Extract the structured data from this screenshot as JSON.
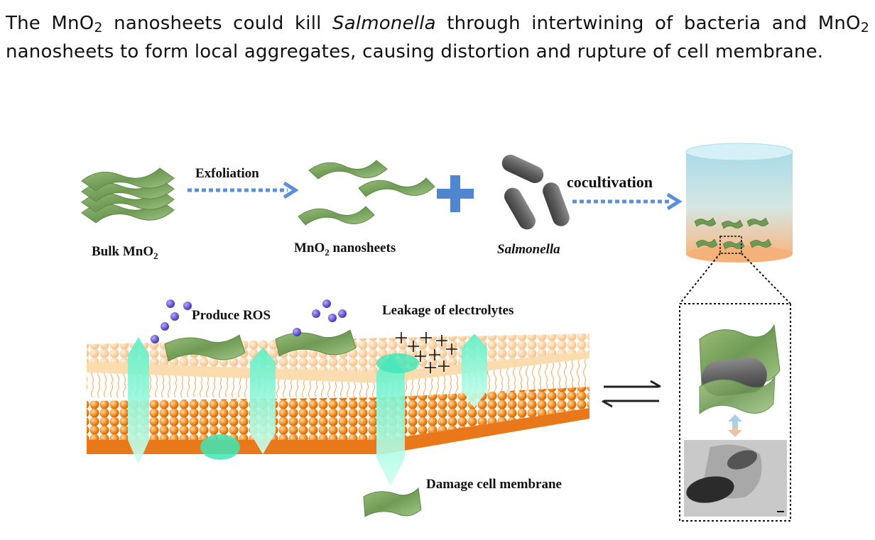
{
  "caption": {
    "part1": "The MnO",
    "sub1": "2",
    "part2": " nanosheets could kill ",
    "italic": "Salmonella",
    "part3": " through intertwining of bacteria and MnO",
    "sub2": "2",
    "part4": " nanosheets to form local aggregates, causing distortion and rupture of cell membrane."
  },
  "labels": {
    "bulk": "Bulk MnO",
    "bulk_sub": "2",
    "exfoliation": "Exfoliation",
    "nanosheets": "MnO",
    "nanosheets_sub": "2",
    "nanosheets_rest": " nanosheets",
    "salmonella": "Salmonella",
    "cocultivation": "cocultivation",
    "ros": "Produce ROS",
    "leakage": "Leakage of electrolytes",
    "damage": "Damage cell membrane"
  },
  "colors": {
    "sheet": "#7fa661",
    "arrow_blue": "#5b8fd6",
    "membrane_orange": "#f28c1e",
    "membrane_light": "#f8c990",
    "ros_purple": "#5a4fd0",
    "pore_green": "#3fe6b6"
  }
}
